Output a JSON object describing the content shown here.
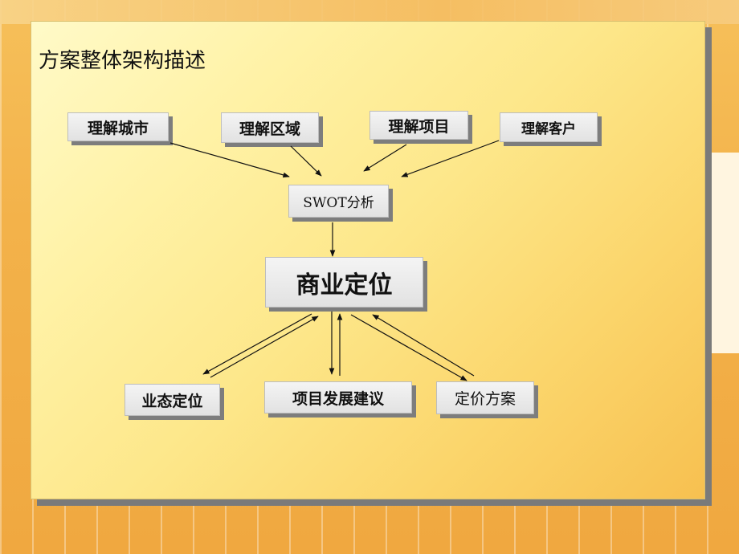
{
  "slide": {
    "title": "方案整体架构描述"
  },
  "diagram": {
    "inputs": [
      {
        "label": "理解城市"
      },
      {
        "label": "理解区域"
      },
      {
        "label": "理解项目"
      },
      {
        "label": "理解客户"
      }
    ],
    "analysis": {
      "label": "SWOT分析"
    },
    "core": {
      "label": "商业定位"
    },
    "outputs": [
      {
        "label": "业态定位"
      },
      {
        "label": "项目发展建议"
      },
      {
        "label": "定价方案"
      }
    ]
  },
  "colors": {
    "panel_gradient_start": "#fffac8",
    "panel_gradient_end": "#f7c050",
    "box_fill": "#ececec",
    "box_shadow": "#7d7d7d",
    "background": "#f3b24a"
  }
}
